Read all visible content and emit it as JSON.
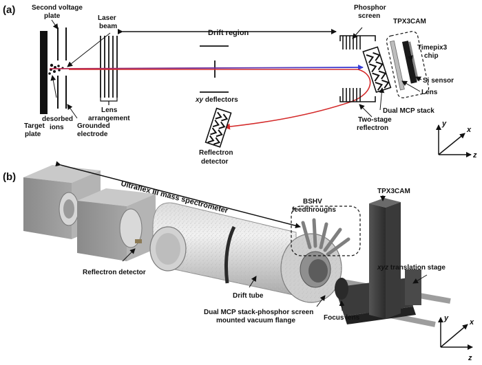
{
  "panel_a": {
    "tag": "(a)",
    "labels": {
      "second_voltage_plate_1": "Second voltage",
      "second_voltage_plate_2": "plate",
      "laser_beam_1": "Laser",
      "laser_beam_2": "beam",
      "drift_region": "Drift region",
      "phosphor_screen_1": "Phosphor",
      "phosphor_screen_2": "screen",
      "tpx3cam": "TPX3CAM",
      "timepix3_chip_1": "Timepix3",
      "timepix3_chip_2": "chip",
      "si_sensor": "Si sensor",
      "lens": "Lens",
      "dual_mcp_stack": "Dual MCP stack",
      "two_stage_reflectron_1": "Two-stage",
      "two_stage_reflectron_2": "reflectron",
      "xy_deflectors_italic": "xy",
      "xy_deflectors_rest": " deflectors",
      "lens_arrangement_1": "Lens",
      "lens_arrangement_2": "arrangement",
      "target_plate_1": "Target",
      "target_plate_2": "plate",
      "desorbed_ions_1": "desorbed",
      "desorbed_ions_2": "ions",
      "grounded_electrode_1": "Grounded",
      "grounded_electrode_2": "electrode",
      "reflectron_detector_1": "Reflectron",
      "reflectron_detector_2": "detector"
    },
    "axes": {
      "x": "x",
      "y": "y",
      "z": "z"
    },
    "colors": {
      "direct_path": "#3a3fd6",
      "reflected_path": "#d42a2a",
      "ion_path_mix": "#8a2c8f"
    }
  },
  "panel_b": {
    "tag": "(b)",
    "labels": {
      "ultraflex": "Ultraflex III mass spectrometer",
      "bshv_1": "BSHV",
      "bshv_2": "feedthroughs",
      "tpx3cam": "TPX3CAM",
      "reflectron_detector": "Reflectron detector",
      "drift_tube": "Drift tube",
      "flange_1": "Dual MCP stack-phosphor screen",
      "flange_2": "mounted vacuum flange",
      "focus_lens": "Focus lens",
      "stage_italic": "xyz",
      "stage_rest": " translation stage"
    },
    "axes": {
      "x": "x",
      "y": "y",
      "z": "z"
    }
  }
}
